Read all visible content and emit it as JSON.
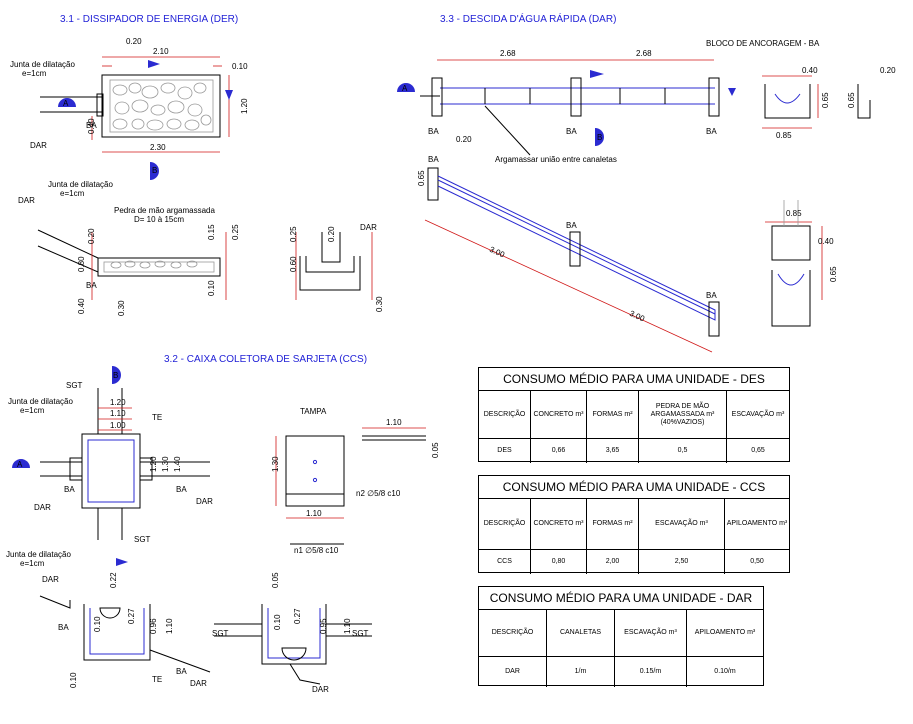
{
  "titles": {
    "der": "3.1 - DISSIPADOR DE ENERGIA (DER)",
    "dar": "3.3 - DESCIDA D'ÁGUA RÁPIDA (DAR)",
    "ccs": "3.2 - CAIXA COLETORA DE SARJETA (CCS)"
  },
  "der": {
    "dims_top": [
      "0.20",
      "2.10",
      "0.10"
    ],
    "dim_right": "1.20",
    "dim_bottom": "2.30",
    "dim_left": "0.40",
    "junta": "Junta de dilatação",
    "junta_e": "e=1cm",
    "ba": "BA",
    "dar": "DAR",
    "a": "A",
    "b": "B",
    "pedra": "Pedra de mão argamassada",
    "pedra_d": "D= 10 à 15cm",
    "sec_dims": [
      "0.20",
      "0.80",
      "0.40",
      "0.30",
      "0.15",
      "0.25",
      "0.10"
    ],
    "sec2_dims": [
      "0.25",
      "0.20",
      "0.60",
      "0.30"
    ]
  },
  "dar": {
    "dims": [
      "2.68",
      "2.68"
    ],
    "bloco": "BLOCO DE ANCORAGEM - BA",
    "bloco_dims": [
      "0.40",
      "0.20",
      "0.65",
      "0.65",
      "0.85"
    ],
    "ba": "BA",
    "a": "A",
    "b": "B",
    "d020": "0.20",
    "argamassar": "Argamassar união entre canaletas",
    "d065": "0.65",
    "slope": [
      "3.00",
      "3.00"
    ],
    "sec_dims": [
      "0.85",
      "0.40",
      "0.65"
    ]
  },
  "ccs": {
    "sgt": "SGT",
    "junta": "Junta de dilatação",
    "junta_e": "e=1cm",
    "dims_top": [
      "1.20",
      "1.10",
      "1.00"
    ],
    "te": "TE",
    "dims_side": [
      "1.20",
      "1.30",
      "1.40"
    ],
    "ba": "BA",
    "dar": "DAR",
    "a": "A",
    "b": "B",
    "tampa": "TAMPA",
    "tampa_dims": [
      "1.10",
      "1.30",
      "1.10",
      "0.05"
    ],
    "n1": "n1 ∅5/8 c10",
    "n2": "n2 ∅5/8 c10",
    "sec_a": [
      "0.22",
      "0.10",
      "0.27",
      "0.96",
      "1.10",
      "0.10"
    ],
    "sec_b": [
      "0.05",
      "0.10",
      "0.27",
      "0.95",
      "1.10"
    ]
  },
  "tables": [
    {
      "title": "CONSUMO MÉDIO PARA UMA UNIDADE - DES",
      "headers": [
        "DESCRIÇÃO",
        "CONCRETO m³",
        "FORMAS m²",
        "PEDRA DE MÃO ARGAMASSADA m³ (40%VAZIOS)",
        "ESCAVAÇÃO m³"
      ],
      "row": [
        "DES",
        "0,66",
        "3,65",
        "0,5",
        "0,65"
      ]
    },
    {
      "title": "CONSUMO MÉDIO PARA UMA UNIDADE - CCS",
      "headers": [
        "DESCRIÇÃO",
        "CONCRETO m³",
        "FORMAS m²",
        "ESCAVAÇÃO m³",
        "APILOAMENTO m³"
      ],
      "row": [
        "CCS",
        "0,80",
        "2,00",
        "2,50",
        "0,50"
      ]
    },
    {
      "title": "CONSUMO MÉDIO PARA UMA UNIDADE - DAR",
      "headers": [
        "DESCRIÇÃO",
        "CANALETAS",
        "ESCAVAÇÃO m³",
        "APILOAMENTO m³"
      ],
      "row": [
        "DAR",
        "1/m",
        "0.15/m",
        "0.10/m"
      ]
    }
  ],
  "colors": {
    "title": "#1f1fd6",
    "line": "#000000",
    "accent": "#2b2bd1",
    "dim": "#d01818"
  }
}
